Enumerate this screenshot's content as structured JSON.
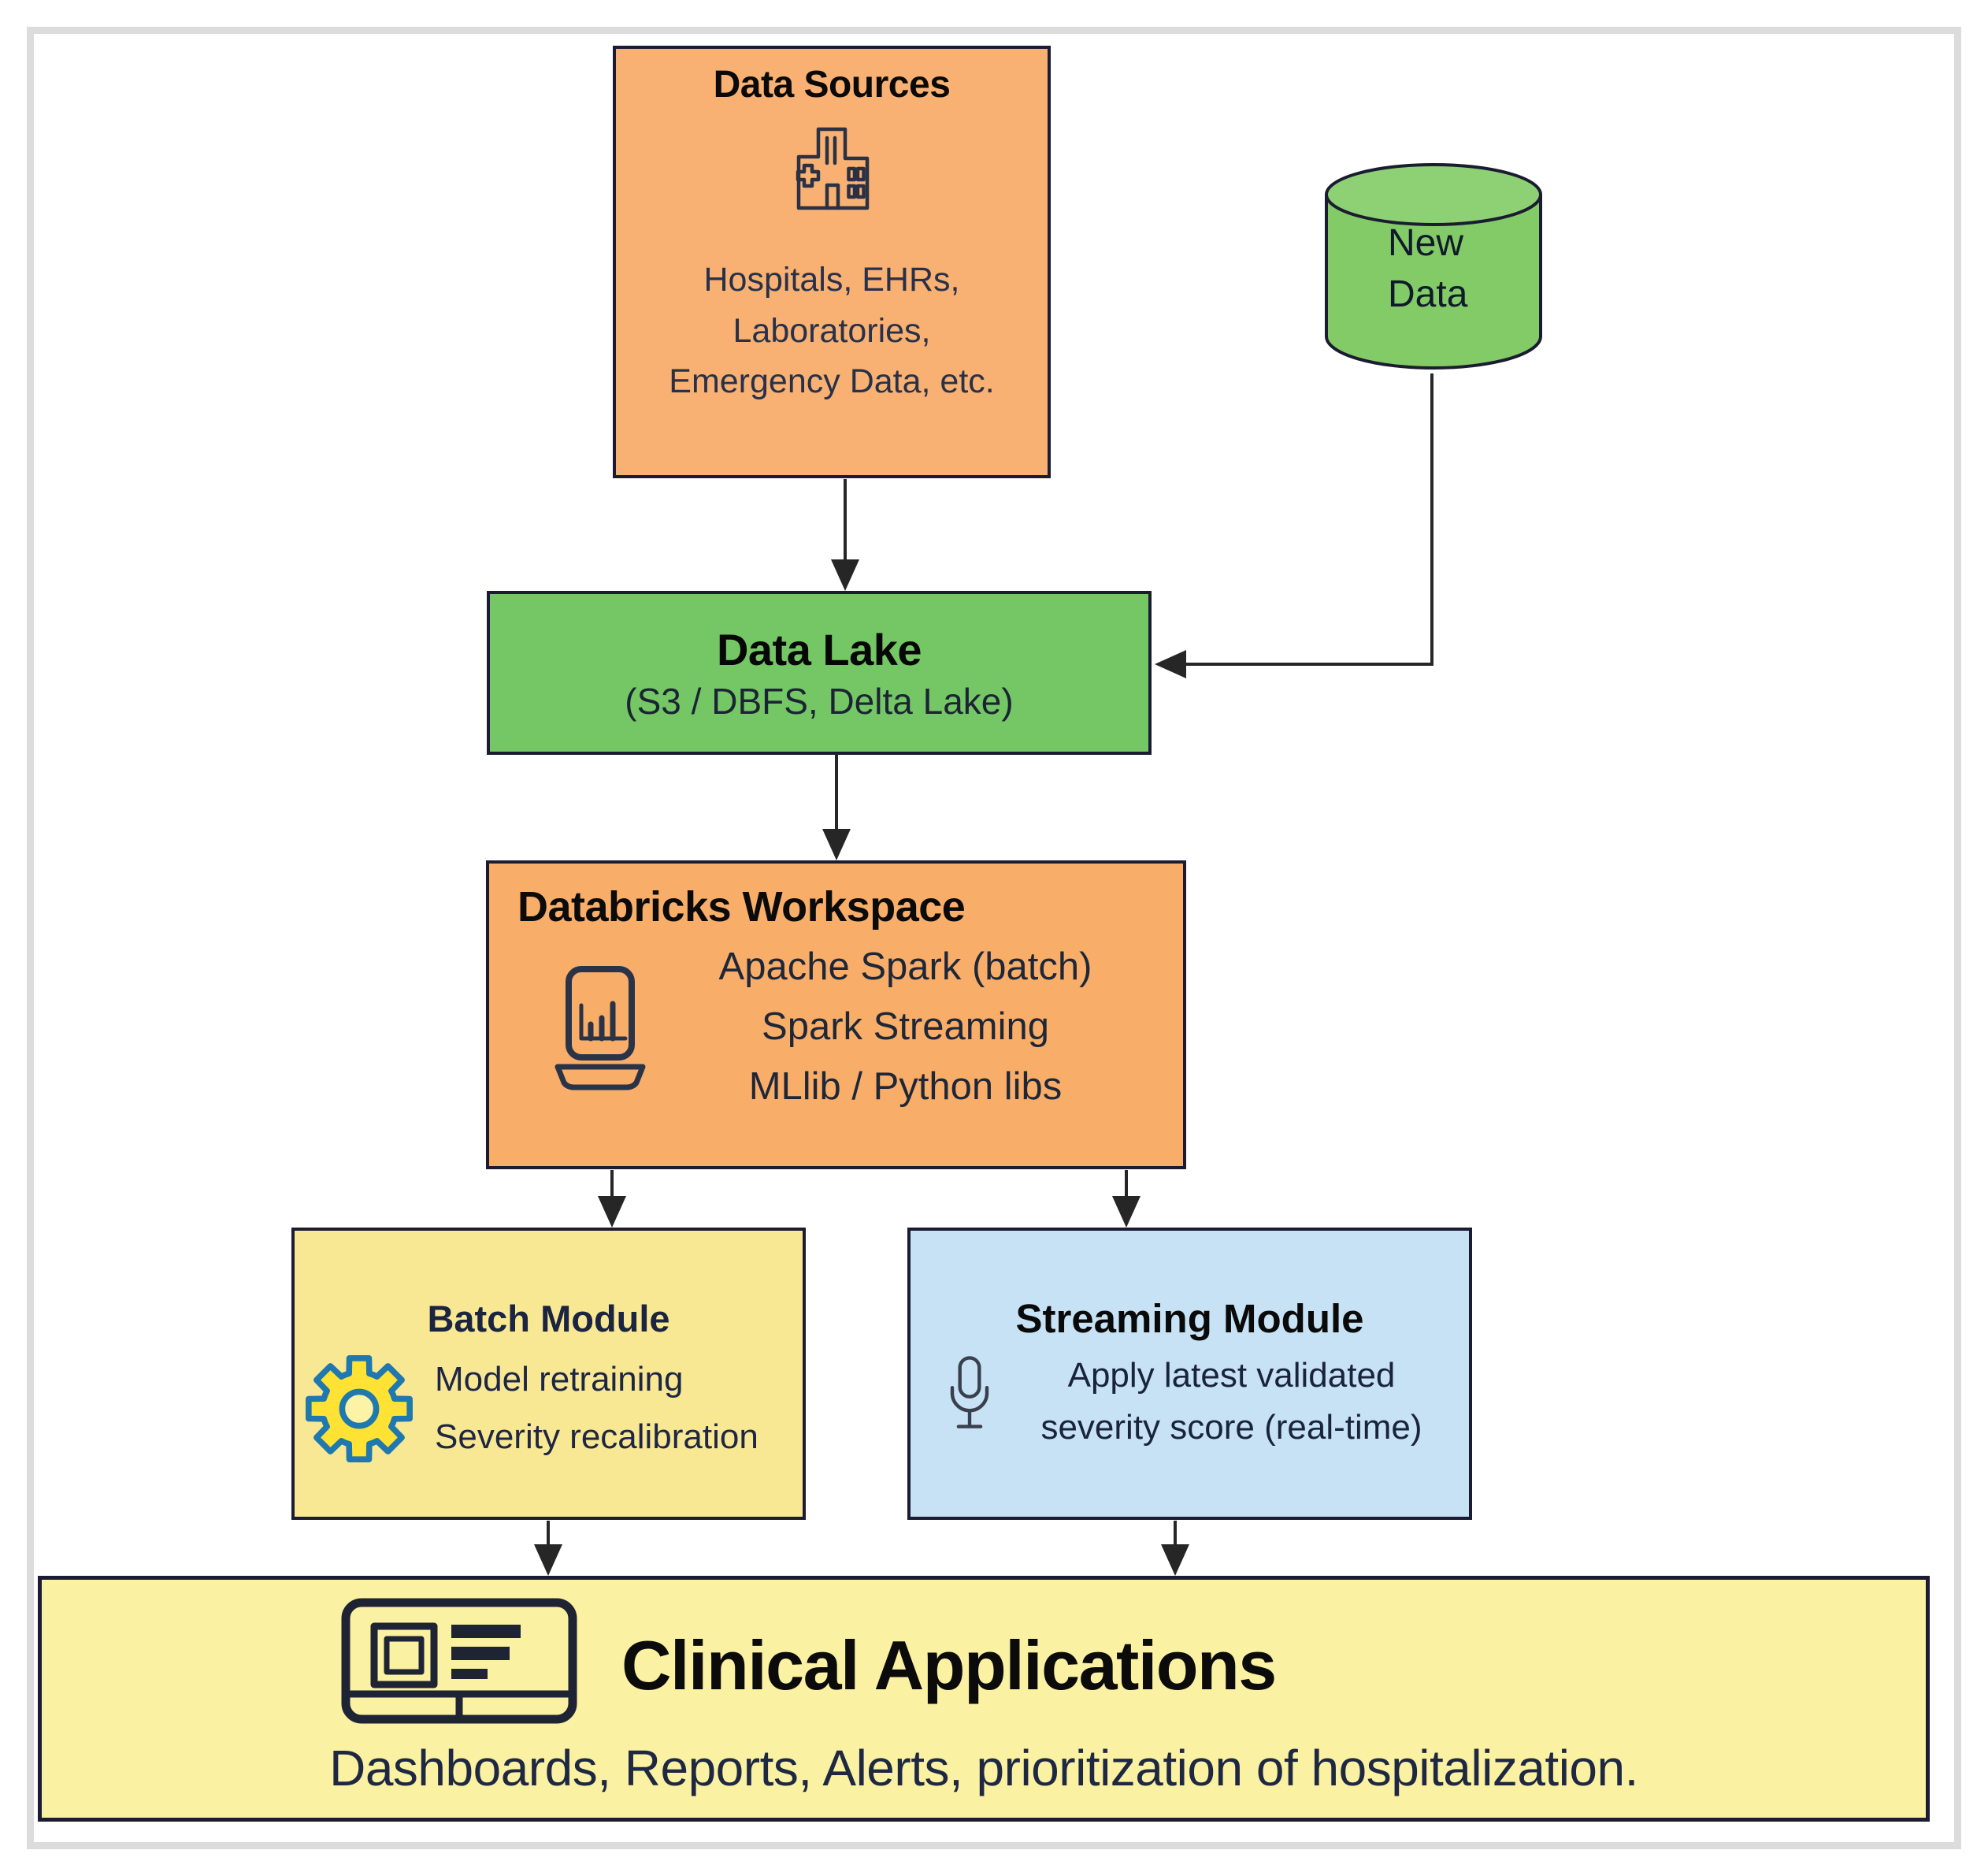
{
  "palette": {
    "box_orange": "#f8b172",
    "box_green": "#74c764",
    "cylinder_green": "#82cb66",
    "box_yellow": "#f8e893",
    "box_blue": "#c6e2f4",
    "box_light_yellow": "#fbf1a2",
    "border_dark": "#1b1b33",
    "arrow": "#262626",
    "gear_yellow": "#ffe234",
    "gear_blue": "#1f78ae",
    "frame_gray": "#dcdcdc"
  },
  "nodes": {
    "data_sources": {
      "title": "Data Sources",
      "icon": "hospital-icon",
      "lines": [
        "Hospitals, EHRs,",
        "Laboratories,",
        "Emergency Data, etc."
      ]
    },
    "new_data": {
      "icon": "database-cylinder-icon",
      "lines": [
        "New",
        "Data"
      ]
    },
    "data_lake": {
      "title": "Data Lake",
      "subtitle": "(S3 / DBFS, Delta Lake)"
    },
    "databricks_workspace": {
      "title": "Databricks Workspace",
      "icon": "laptop-chart-icon",
      "lines": [
        "Apache Spark (batch)",
        "Spark Streaming",
        "MLlib / Python libs"
      ]
    },
    "batch_module": {
      "title": "Batch Module",
      "icon": "gear-icon",
      "lines": [
        "Model retraining",
        "Severity recalibration"
      ]
    },
    "streaming_module": {
      "title": "Streaming Module",
      "icon": "microphone-icon",
      "lines": [
        "Apply latest validated",
        "severity score (real-time)"
      ]
    },
    "clinical_applications": {
      "title": "Clinical Applications",
      "icon": "dashboard-icon",
      "subtitle": "Dashboards, Reports, Alerts, prioritization of hospitalization."
    }
  },
  "edges": [
    {
      "from": "data_sources",
      "to": "data_lake"
    },
    {
      "from": "new_data",
      "to": "data_lake"
    },
    {
      "from": "data_lake",
      "to": "databricks_workspace"
    },
    {
      "from": "databricks_workspace",
      "to": "batch_module"
    },
    {
      "from": "databricks_workspace",
      "to": "streaming_module"
    },
    {
      "from": "batch_module",
      "to": "clinical_applications"
    },
    {
      "from": "streaming_module",
      "to": "clinical_applications"
    }
  ]
}
